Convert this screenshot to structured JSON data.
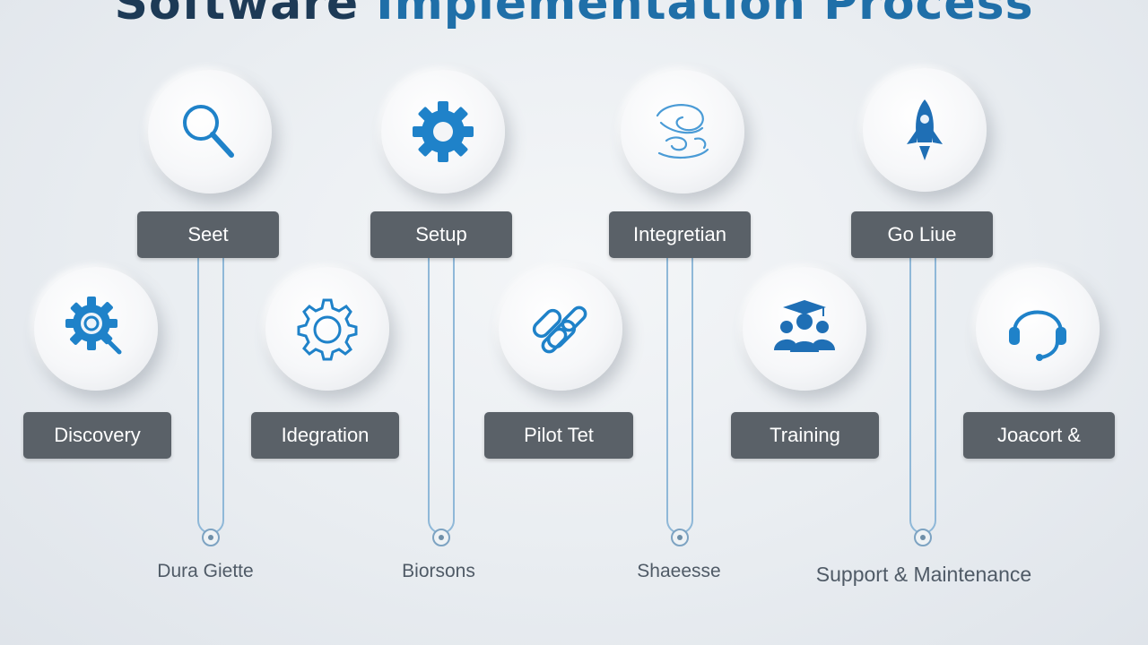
{
  "title": {
    "part1": "Software ",
    "part2": "Implementation",
    "part3": " Process"
  },
  "top_row": [
    {
      "label": "Seet",
      "icon": "magnifier-icon"
    },
    {
      "label": "Setup",
      "icon": "gear-icon"
    },
    {
      "label": "Integretian",
      "icon": "swirl-icon"
    },
    {
      "label": "Go Liue",
      "icon": "rocket-icon"
    }
  ],
  "bottom_row": [
    {
      "label": "Discovery",
      "icon": "gear-search-icon"
    },
    {
      "label": "Idegration",
      "icon": "gear-outline-icon"
    },
    {
      "label": "Pilot Tet",
      "icon": "chain-link-icon"
    },
    {
      "label": "Training",
      "icon": "team-graduation-icon"
    },
    {
      "label": "Joacort &",
      "icon": "headset-icon"
    }
  ],
  "captions": [
    "Dura Giette",
    "Biorsons",
    "Shaeesse",
    "Support & Maintenance"
  ],
  "colors": {
    "label_bg": "#5a6168",
    "icon_blue": "#1f82c9",
    "rail": "#8fb8d8",
    "title": "#1d3a56"
  }
}
